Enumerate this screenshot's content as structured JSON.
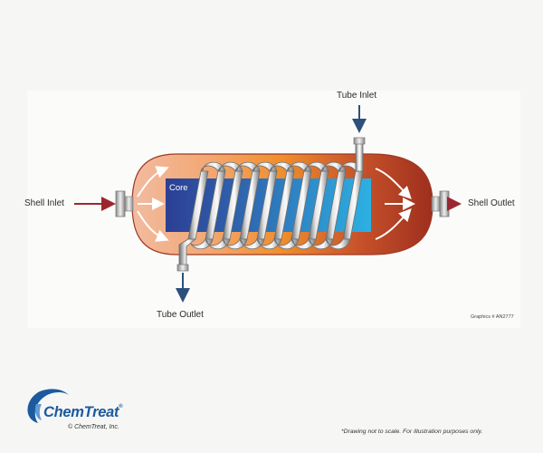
{
  "diagram": {
    "title_labels": {
      "shell_inlet": "Shell Inlet",
      "shell_outlet": "Shell Outlet",
      "tube_inlet": "Tube Inlet",
      "tube_outlet": "Tube Outlet",
      "core": "Core"
    },
    "graphics_number": "Graphics # AN2777",
    "colors": {
      "shell_hot": "#a8341f",
      "shell_mid": "#f19a3a",
      "shell_cool": "#f2b792",
      "core_blue": "#2f4c9a",
      "core_cyan": "#2fa9dc",
      "arrow_red": "#9c2630",
      "arrow_blue": "#2d4f7c"
    }
  },
  "brand": {
    "name": "ChemTreat",
    "registered": "®",
    "copyright": "© ChemTreat, Inc."
  },
  "footer": {
    "disclaimer": "*Drawing not to scale. For illustration purposes only."
  }
}
